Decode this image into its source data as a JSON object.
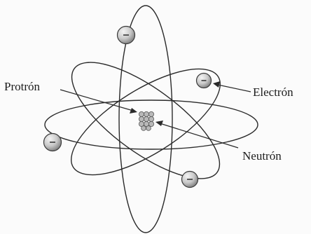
{
  "labels": {
    "proton": "Protrón",
    "electron": "Electrón",
    "neutron": "Neutrón"
  },
  "electron_sign": "–",
  "colors": {
    "background": "#fbfbfb",
    "line": "#2a2a2a",
    "electron_fill": "#c9c9c9",
    "nucleon_fill": "#b9b9b9"
  },
  "icons": {
    "electron": "electron-ball-icon",
    "nucleus": "nucleus-cluster-icon"
  }
}
